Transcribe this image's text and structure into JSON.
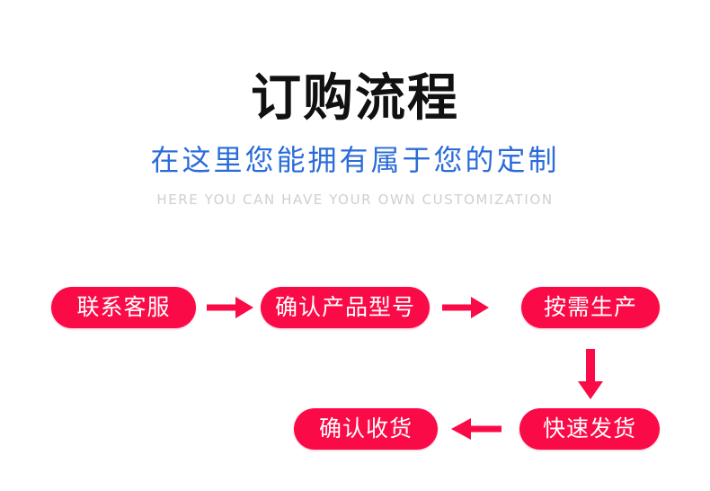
{
  "header": {
    "title": "订购流程",
    "subtitle_cn": "在这里您能拥有属于您的定制",
    "subtitle_en": "HERE YOU CAN HAVE YOUR OWN CUSTOMIZATION"
  },
  "colors": {
    "accent_red": "#fa0a46",
    "subtitle_blue": "#2b6cd8",
    "title_black": "#111111",
    "english_gray": "#cfcfcf",
    "background": "#ffffff"
  },
  "flow": {
    "steps": [
      {
        "id": "step-1",
        "label": "联系客服"
      },
      {
        "id": "step-2",
        "label": "确认产品型号"
      },
      {
        "id": "step-3",
        "label": "按需生产"
      },
      {
        "id": "step-4",
        "label": "快速发货"
      },
      {
        "id": "step-5",
        "label": "确认收货"
      }
    ],
    "connectors": [
      {
        "id": "connector-1",
        "direction": "right",
        "from": "step-1",
        "to": "step-2"
      },
      {
        "id": "connector-2",
        "direction": "right",
        "from": "step-2",
        "to": "step-3"
      },
      {
        "id": "connector-3",
        "direction": "down",
        "from": "step-3",
        "to": "step-4"
      },
      {
        "id": "connector-4",
        "direction": "left",
        "from": "step-4",
        "to": "step-5"
      }
    ]
  }
}
